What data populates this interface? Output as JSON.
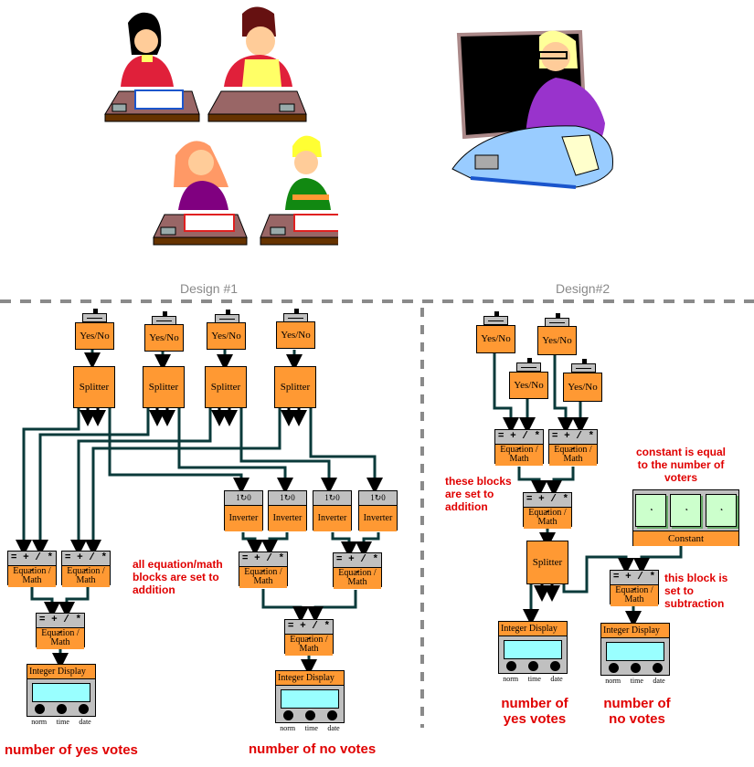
{
  "header_images": {
    "students": "students-at-desks-clipart",
    "teacher": "teacher-at-desk-clipart"
  },
  "design1": {
    "title": "Design #1",
    "yesno_label": "Yes/No",
    "splitter_label": "Splitter",
    "inverter_label": "Inverter",
    "inverter_top": "1↻0",
    "eq_ops": "= + / * -",
    "eq_label": "Equation / Math",
    "display_label": "Integer Display",
    "display_buttons": [
      "norm",
      "time",
      "date"
    ],
    "note": "all equation/math blocks are set to addition",
    "yes_caption": "number of yes votes",
    "no_caption": "number of no votes"
  },
  "design2": {
    "title": "Design#2",
    "yesno_label": "Yes/No",
    "splitter_label": "Splitter",
    "eq_ops": "= + / * -",
    "eq_label": "Equation / Math",
    "constant_label": "Constant",
    "display_label": "Integer Display",
    "display_buttons": [
      "norm",
      "time",
      "date"
    ],
    "note_addition": "these blocks are set to addition",
    "note_constant": "constant is equal to the number of voters",
    "note_subtraction": "this block is set to subtraction",
    "yes_caption": "number of yes votes",
    "no_caption": "number of no votes"
  },
  "colors": {
    "block": "#ff9933",
    "block_header": "#c0c0c0",
    "wire": "#0a3a3a",
    "annotation": "#e00000",
    "divider": "#8a8a8a",
    "screen": "#99ffff"
  }
}
